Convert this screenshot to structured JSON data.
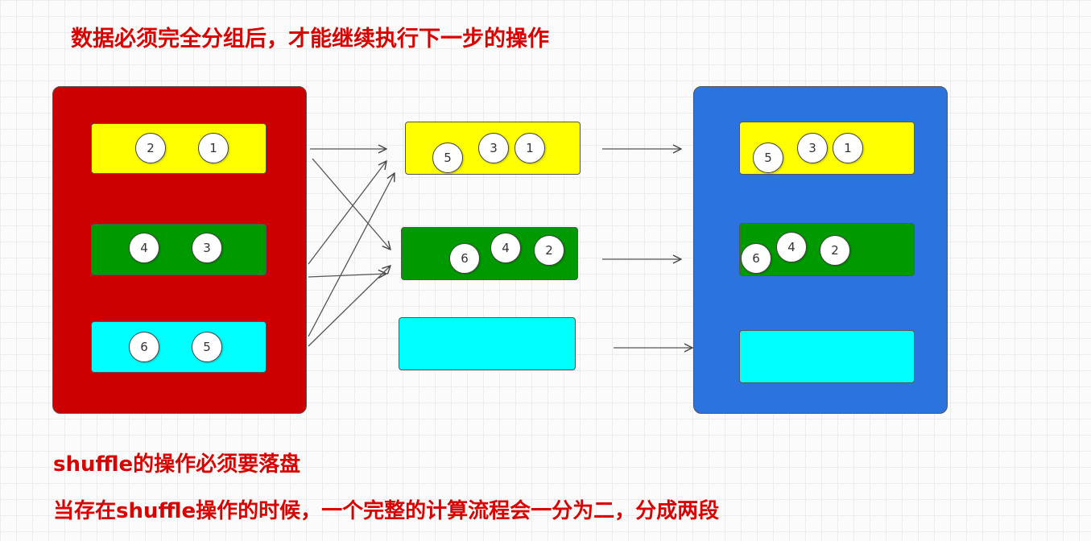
{
  "title": "数据必须完全分组后，才能继续执行下一步的操作",
  "notes": {
    "line1": "shuffle的操作必须要落盘",
    "line2": "当存在shuffle操作的时候，一个完整的计算流程会一分为二，分成两段"
  },
  "colors": {
    "red": "#cc0000",
    "blue": "#2b74df",
    "yellow": "#ffff00",
    "green": "#009900",
    "cyan": "#00ffff",
    "note_text": "#d90000"
  },
  "source": {
    "partitions": [
      {
        "color": "yellow",
        "balls": [
          "2",
          "1"
        ]
      },
      {
        "color": "green",
        "balls": [
          "4",
          "3"
        ]
      },
      {
        "color": "cyan",
        "balls": [
          "6",
          "5"
        ]
      }
    ]
  },
  "shuffle": {
    "partitions": [
      {
        "color": "yellow",
        "balls": [
          "5",
          "3",
          "1"
        ]
      },
      {
        "color": "green",
        "balls": [
          "6",
          "4",
          "2"
        ]
      },
      {
        "color": "cyan",
        "balls": []
      }
    ]
  },
  "target": {
    "partitions": [
      {
        "color": "yellow",
        "balls": [
          "5",
          "3",
          "1"
        ]
      },
      {
        "color": "green",
        "balls": [
          "6",
          "4",
          "2"
        ]
      },
      {
        "color": "cyan",
        "balls": []
      }
    ]
  }
}
